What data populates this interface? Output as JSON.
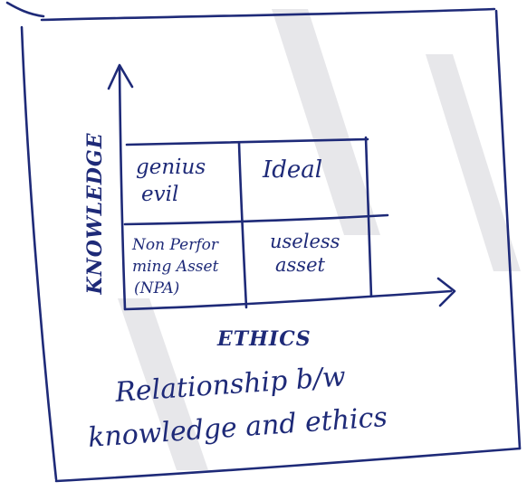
{
  "diagram": {
    "y_axis_label": "KNOWLEDGE",
    "x_axis_label": "ETHICS",
    "quadrants": {
      "top_left": [
        "genius",
        "evil"
      ],
      "top_right": [
        "Ideal"
      ],
      "bottom_left": [
        "Non Perfor",
        "ming Asset",
        "(NPA)"
      ],
      "bottom_right": [
        "useless",
        "asset"
      ]
    },
    "caption": [
      "Relationship b/w",
      "knowledge and ethics"
    ]
  },
  "colors": {
    "ink": "#1e2a78",
    "paper": "#ffffff",
    "watermark": "#e7e7ea"
  }
}
